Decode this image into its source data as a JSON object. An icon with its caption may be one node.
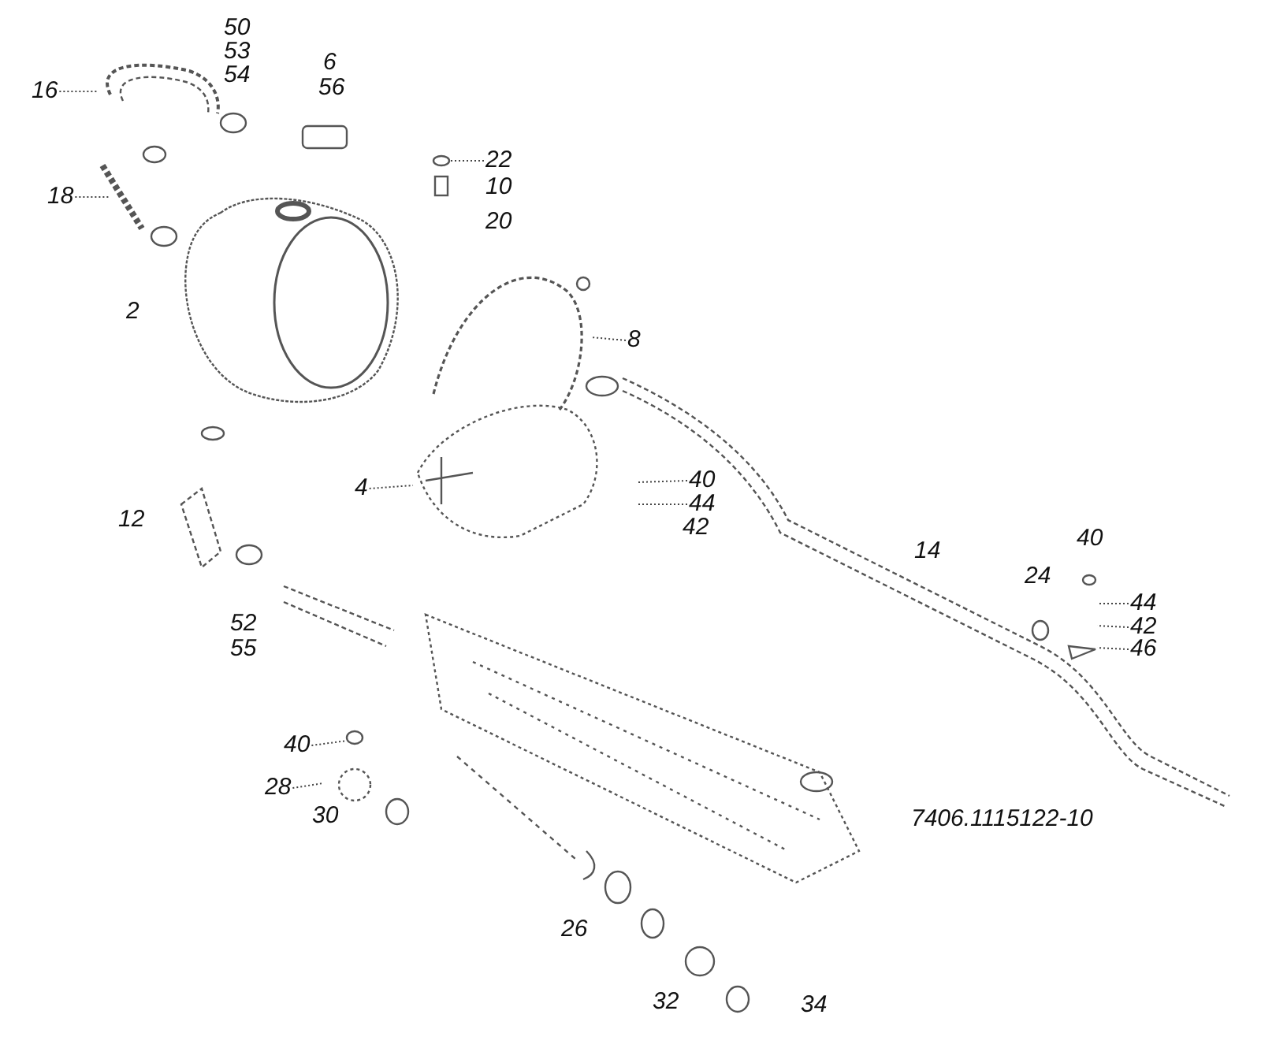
{
  "diagram": {
    "nodes": [
      {
        "text": [
          "16"
        ]
      },
      {
        "text": [
          "18"
        ]
      },
      {
        "text": [
          "22"
        ]
      },
      {
        "text": [
          "8"
        ]
      },
      {
        "text": [
          "4"
        ]
      },
      {
        "text": [
          "40"
        ]
      },
      {
        "text": [
          "44"
        ]
      },
      {
        "text": [
          "44"
        ]
      },
      {
        "text": [
          "42"
        ]
      },
      {
        "text": [
          "46"
        ]
      },
      {
        "text": [
          "40"
        ]
      },
      {
        "text": [
          "28"
        ]
      }
    ],
    "edges": [
      {
        "from": 0,
        "to": null,
        "arrow": "none"
      },
      {
        "from": 1,
        "to": null,
        "arrow": "none"
      },
      {
        "from": 2,
        "to": null,
        "arrow": "none"
      },
      {
        "from": 3,
        "to": null,
        "arrow": "none"
      },
      {
        "from": 4,
        "to": null,
        "arrow": "none"
      },
      {
        "from": 5,
        "to": null,
        "arrow": "none"
      },
      {
        "from": 6,
        "to": null,
        "arrow": "none"
      },
      {
        "from": 7,
        "to": null,
        "arrow": "none"
      },
      {
        "from": 8,
        "to": null,
        "arrow": "none"
      },
      {
        "from": 9,
        "to": null,
        "arrow": "none"
      },
      {
        "from": 10,
        "to": null,
        "arrow": "none"
      },
      {
        "from": 11,
        "to": null,
        "arrow": "none"
      }
    ],
    "labels": [
      "50",
      "53",
      "54",
      "6",
      "56",
      "10",
      "20",
      "2",
      "42",
      "12",
      "14",
      "40",
      "24",
      "52",
      "55",
      "30",
      "26",
      "32",
      "34",
      "7406.1115122-10"
    ]
  }
}
